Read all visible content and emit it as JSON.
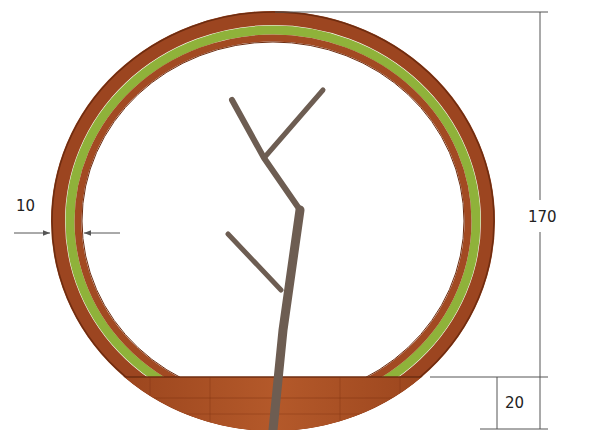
{
  "diagram": {
    "labels": [
      "10",
      "170",
      "20"
    ]
  }
}
